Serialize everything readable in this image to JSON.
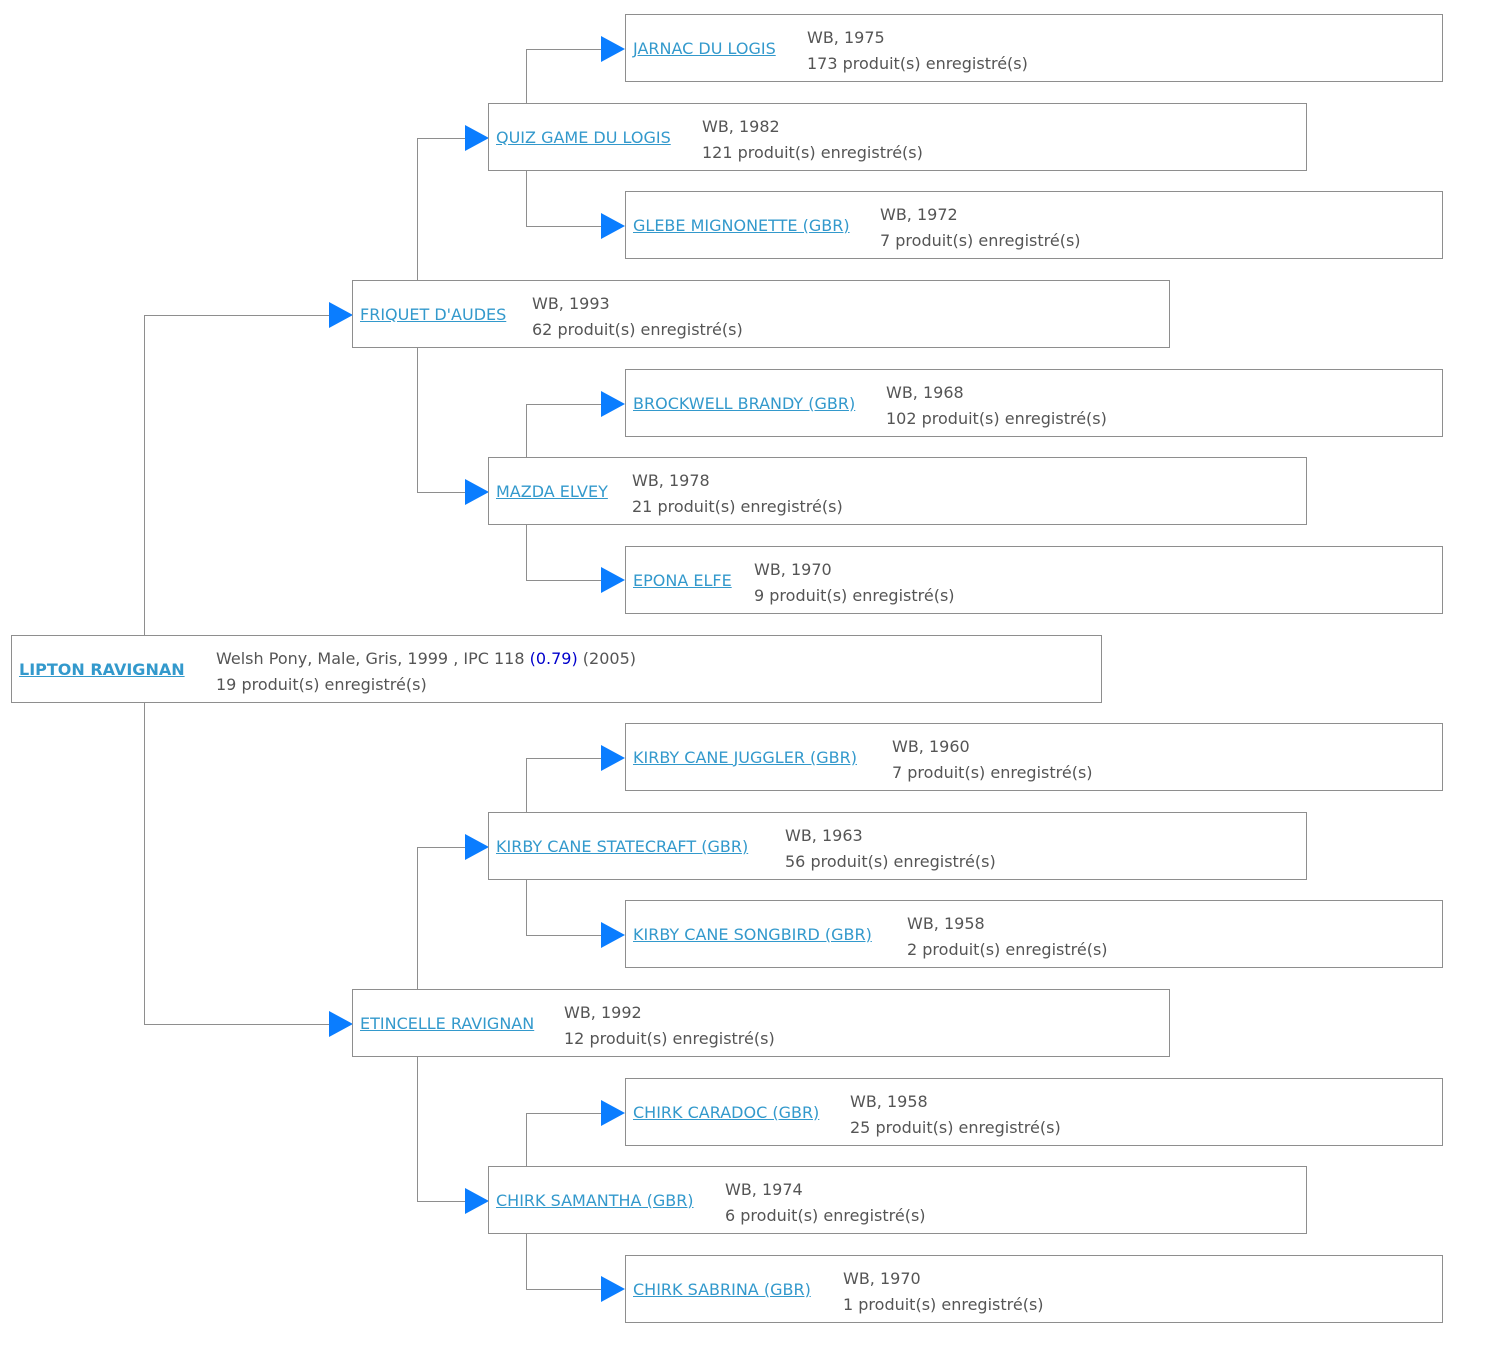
{
  "colors": {
    "link": "#3399cc",
    "text": "#555555",
    "ipc": "#0000cc",
    "arrow": "#0a7dff",
    "border": "#8e8e8e"
  },
  "subject": {
    "name": "LIPTON RAVIGNAN",
    "info_prefix": "Welsh Pony, Male, Gris, 1999 , IPC 118 ",
    "ipc_value": "(0.79)",
    "info_suffix": " (2005)",
    "products": "19 produit(s) enregistré(s)"
  },
  "ancestors": [
    {
      "name": "JARNAC DU LOGIS",
      "info": "WB, 1975",
      "products": "173 produit(s) enregistré(s)"
    },
    {
      "name": "QUIZ GAME DU LOGIS",
      "info": "WB, 1982",
      "products": "121 produit(s) enregistré(s)"
    },
    {
      "name": "GLEBE MIGNONETTE (GBR)",
      "info": "WB, 1972",
      "products": "7 produit(s) enregistré(s)"
    },
    {
      "name": "FRIQUET D'AUDES",
      "info": "WB, 1993",
      "products": "62 produit(s) enregistré(s)"
    },
    {
      "name": "BROCKWELL BRANDY (GBR)",
      "info": "WB, 1968",
      "products": "102 produit(s) enregistré(s)"
    },
    {
      "name": "MAZDA ELVEY",
      "info": "WB, 1978",
      "products": "21 produit(s) enregistré(s)"
    },
    {
      "name": "EPONA ELFE",
      "info": "WB, 1970",
      "products": "9 produit(s) enregistré(s)"
    },
    {
      "name": "KIRBY CANE JUGGLER (GBR)",
      "info": "WB, 1960",
      "products": "7 produit(s) enregistré(s)"
    },
    {
      "name": "KIRBY CANE STATECRAFT (GBR)",
      "info": "WB, 1963",
      "products": "56 produit(s) enregistré(s)"
    },
    {
      "name": "KIRBY CANE SONGBIRD (GBR)",
      "info": "WB, 1958",
      "products": "2 produit(s) enregistré(s)"
    },
    {
      "name": "ETINCELLE RAVIGNAN",
      "info": "WB, 1992",
      "products": "12 produit(s) enregistré(s)"
    },
    {
      "name": "CHIRK CARADOC (GBR)",
      "info": "WB, 1958",
      "products": "25 produit(s) enregistré(s)"
    },
    {
      "name": "CHIRK SAMANTHA (GBR)",
      "info": "WB, 1974",
      "products": "6 produit(s) enregistré(s)"
    },
    {
      "name": "CHIRK SABRINA (GBR)",
      "info": "WB, 1970",
      "products": "1 produit(s) enregistré(s)"
    }
  ]
}
